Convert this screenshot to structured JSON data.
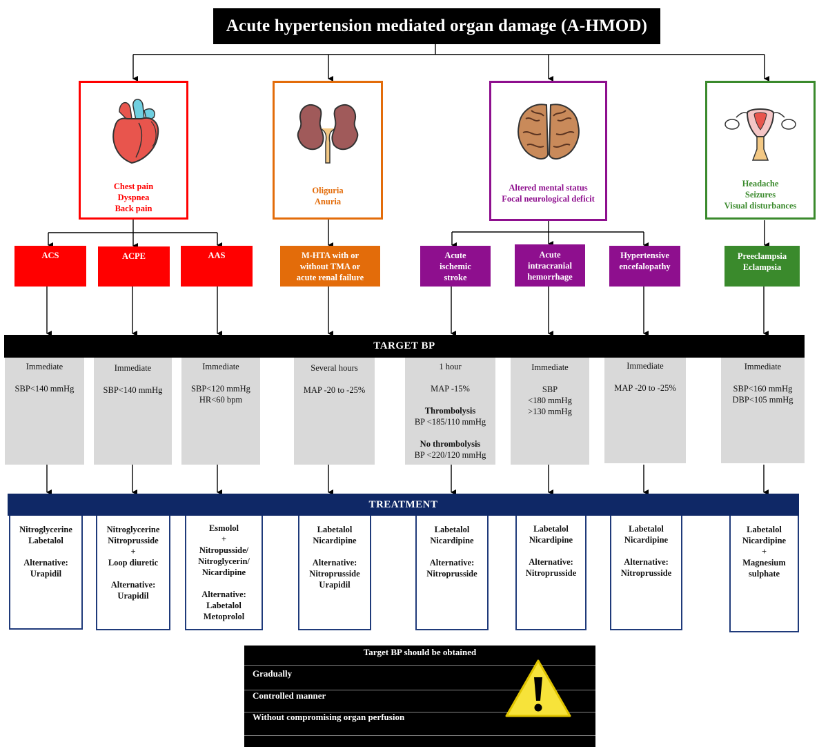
{
  "title": "Acute hypertension mediated organ damage (A-HMOD)",
  "colors": {
    "cardiac": "#ff0000",
    "renal": "#e36c0a",
    "neuro": "#8e0f8e",
    "obstetric": "#3a8a2c",
    "target_bar": "#000000",
    "treatment_bar": "#0f2866",
    "target_box": "#d9d9d9"
  },
  "organs": [
    {
      "name": "heart-icon",
      "symptoms": "Chest pain\nDyspnea\nBack pain"
    },
    {
      "name": "kidneys-icon",
      "symptoms": "Oliguria\nAnuria"
    },
    {
      "name": "brain-icon",
      "symptoms": "Altered mental status\nFocal neurological deficit"
    },
    {
      "name": "uterus-icon",
      "symptoms": "Headache\nSeizures\nVisual disturbances"
    }
  ],
  "conditions": [
    "ACS",
    "ACPE",
    "AAS",
    "M-HTA with or\nwithout TMA or\nacute renal failure",
    "Acute\nischemic\nstroke",
    "Acute\nintracranial\nhemorrhage",
    "Hypertensive\nencefalopathy",
    "Preeclampsia\nEclampsia"
  ],
  "target_bar": "TARGET BP",
  "targets": [
    {
      "time": "Immediate",
      "value": "SBP<140 mmHg"
    },
    {
      "time": "Immediate",
      "value": "SBP<140 mmHg"
    },
    {
      "time": "Immediate",
      "value": "SBP<120 mmHg\nHR<60 bpm"
    },
    {
      "time": "Several hours",
      "value": "MAP -20 to -25%"
    },
    {
      "time": "1 hour",
      "value": "MAP -15%",
      "thrombolysis_label": "Thrombolysis",
      "thrombolysis_value": "BP <185/110 mmHg",
      "no_thrombolysis_label": "No thrombolysis",
      "no_thrombolysis_value": "BP <220/120 mmHg"
    },
    {
      "time": "Immediate",
      "value": "SBP\n<180 mmHg\n>130 mmHg"
    },
    {
      "time": "Immediate",
      "value": "MAP -20 to -25%"
    },
    {
      "time": "Immediate",
      "value": "SBP<160 mmHg\nDBP<105 mmHg"
    }
  ],
  "treatment_bar": "TREATMENT",
  "treatments": [
    {
      "drugs": "Nitroglycerine\nLabetalol",
      "alternative": "Alternative:\nUrapidil"
    },
    {
      "drugs": "Nitroglycerine\nNitroprusside\n+\nLoop diuretic",
      "alternative": "Alternative:\nUrapidil"
    },
    {
      "drugs": "Esmolol\n+\nNitropusside/\nNitroglycerin/\nNicardipine",
      "alternative": "Alternative:\nLabetalol\nMetoprolol"
    },
    {
      "drugs": "Labetalol\nNicardipine",
      "alternative": "Alternative:\nNitroprusside\nUrapidil"
    },
    {
      "drugs": "Labetalol\nNicardipine",
      "alternative": "Alternative:\nNitroprusside"
    },
    {
      "drugs": "Labetalol\nNicardipine",
      "alternative": "Alternative:\nNitroprusside"
    },
    {
      "drugs": "Labetalol\nNicardipine",
      "alternative": "Alternative:\nNitroprusside"
    },
    {
      "drugs": "Labetalol\nNicardipine\n+\nMagnesium\nsulphate",
      "alternative": ""
    }
  ],
  "warning": {
    "heading": "Target BP should be obtained",
    "items": [
      "Gradually",
      "Controlled manner",
      "Without compromising organ perfusion"
    ],
    "icon": "warning-triangle-icon"
  }
}
